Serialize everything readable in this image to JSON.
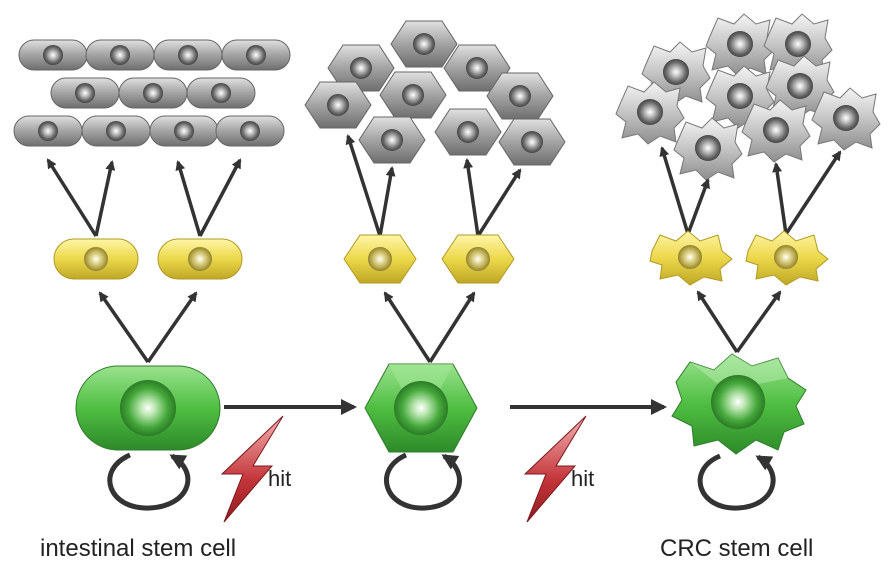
{
  "labels": {
    "hit_1": "hit",
    "hit_2": "hit",
    "left_caption": "intestinal stem cell",
    "right_caption": "CRC stem cell"
  },
  "colors": {
    "stem_cell": "#46b83f",
    "progenitor_cell": "#e8d545",
    "differentiated_cell": "#8f8f8f",
    "arrow": "#333333",
    "lightning": "#b3262b"
  },
  "stages": [
    {
      "id": "normal",
      "stem_shape": "rounded",
      "progenitor_count": 2,
      "differentiated_count": 11
    },
    {
      "id": "mutated",
      "stem_shape": "hexagonal",
      "progenitor_count": 2,
      "differentiated_count": 9
    },
    {
      "id": "cancer",
      "stem_shape": "irregular",
      "progenitor_count": 2,
      "differentiated_count": 9
    }
  ],
  "icons": [
    "self-renewal-arrow-icon",
    "lightning-bolt-icon"
  ]
}
